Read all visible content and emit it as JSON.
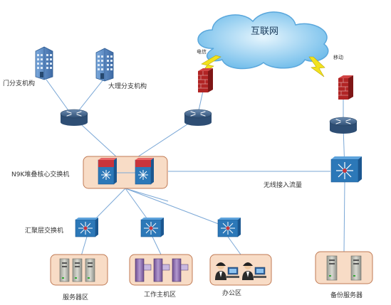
{
  "cloud": {
    "label": "互联网"
  },
  "links": {
    "telecom": "电信",
    "mobile": "移动"
  },
  "branches": {
    "left": "门分支机构",
    "right": "大理分支机构"
  },
  "core": {
    "label": "N9K堆叠核心交换机"
  },
  "wireless": {
    "label": "无线接入流量"
  },
  "aggregation": {
    "label": "汇聚层交换机"
  },
  "zones": {
    "server": "服务器区",
    "workstation": "工作主机区",
    "office": "办公区",
    "backup": "备份服务器"
  },
  "colors": {
    "link": "#7aa7d6",
    "router": "#3d5f86",
    "switch_blue": "#2c78b8",
    "switch_red": "#c8343b",
    "firewall": "#b12424",
    "panel_fill": "#f8dcc6",
    "panel_stroke": "#c07a54",
    "cloud": "#7fc4ee",
    "bolt": "#f2e21d",
    "building": "#5b8fd0"
  },
  "icons": [
    "building-icon",
    "router-icon",
    "firewall-icon",
    "switch-icon",
    "server-icon",
    "workstation-icon",
    "person-icon",
    "lightning-icon",
    "cloud-icon"
  ]
}
